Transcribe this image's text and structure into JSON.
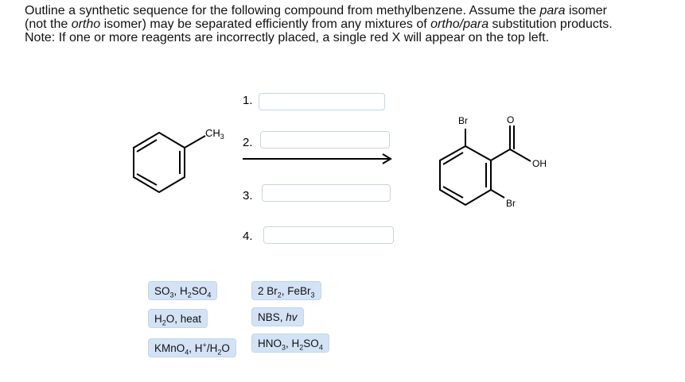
{
  "question": {
    "line1_a": "Outline a synthetic sequence for the following compound from methylbenzene. Assume the ",
    "line1_b": "para",
    "line1_c": " isomer",
    "line2_a": "(not the ",
    "line2_b": "ortho",
    "line2_c": " isomer) may be separated efficiently from any mixtures of ",
    "line2_d": "ortho/para",
    "line2_e": " substitution products.",
    "line3": "Note: If one or more reagents are incorrectly placed, a single red X will appear on the top left."
  },
  "start_molecule": {
    "label": "CH",
    "label_sub": "3"
  },
  "product_molecule": {
    "br_top": "Br",
    "br_bottom": "Br",
    "oh": "OH",
    "o": "O"
  },
  "steps": [
    {
      "number": "1.",
      "value": ""
    },
    {
      "number": "2.",
      "value": ""
    },
    {
      "number": "3.",
      "value": ""
    },
    {
      "number": "4.",
      "value": ""
    }
  ],
  "reagents": [
    {
      "id": "so3",
      "parts": [
        "SO",
        "3",
        ", H",
        "2",
        "SO",
        "4"
      ]
    },
    {
      "id": "br2",
      "parts": [
        "2 Br",
        "2",
        ", FeBr",
        "3"
      ]
    },
    {
      "id": "h2o",
      "parts": [
        "H",
        "2",
        "O, heat"
      ]
    },
    {
      "id": "nbs",
      "text": "NBS, ",
      "italic": "hv"
    },
    {
      "id": "kmno4",
      "parts": [
        "KMnO",
        "4",
        ", H",
        "+",
        "/H",
        "2",
        "O"
      ]
    },
    {
      "id": "hno3",
      "parts": [
        "HNO",
        "3",
        ", H",
        "2",
        "SO",
        "4"
      ]
    }
  ]
}
